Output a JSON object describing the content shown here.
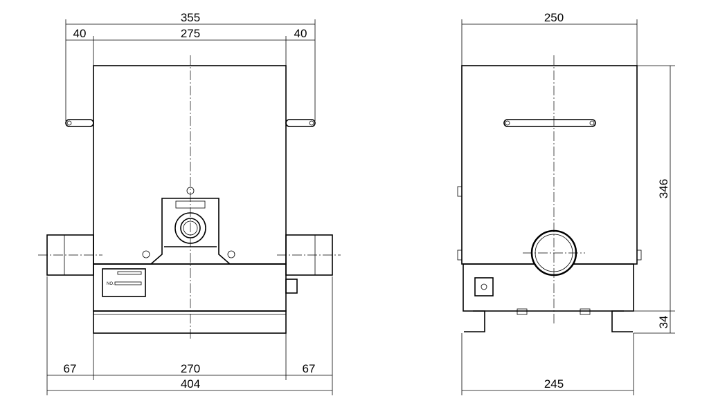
{
  "front_view": {
    "dimensions": {
      "overall_handles": "355",
      "handle_left": "40",
      "body_width": "275",
      "handle_right": "40",
      "pipe_left": "67",
      "base_width": "270",
      "pipe_right": "67",
      "overall_pipes": "404"
    },
    "nameplate": {
      "number_label": "NO."
    }
  },
  "side_view": {
    "dimensions": {
      "top_width": "250",
      "bottom_width": "245",
      "height": "346",
      "base_height": "34"
    }
  }
}
